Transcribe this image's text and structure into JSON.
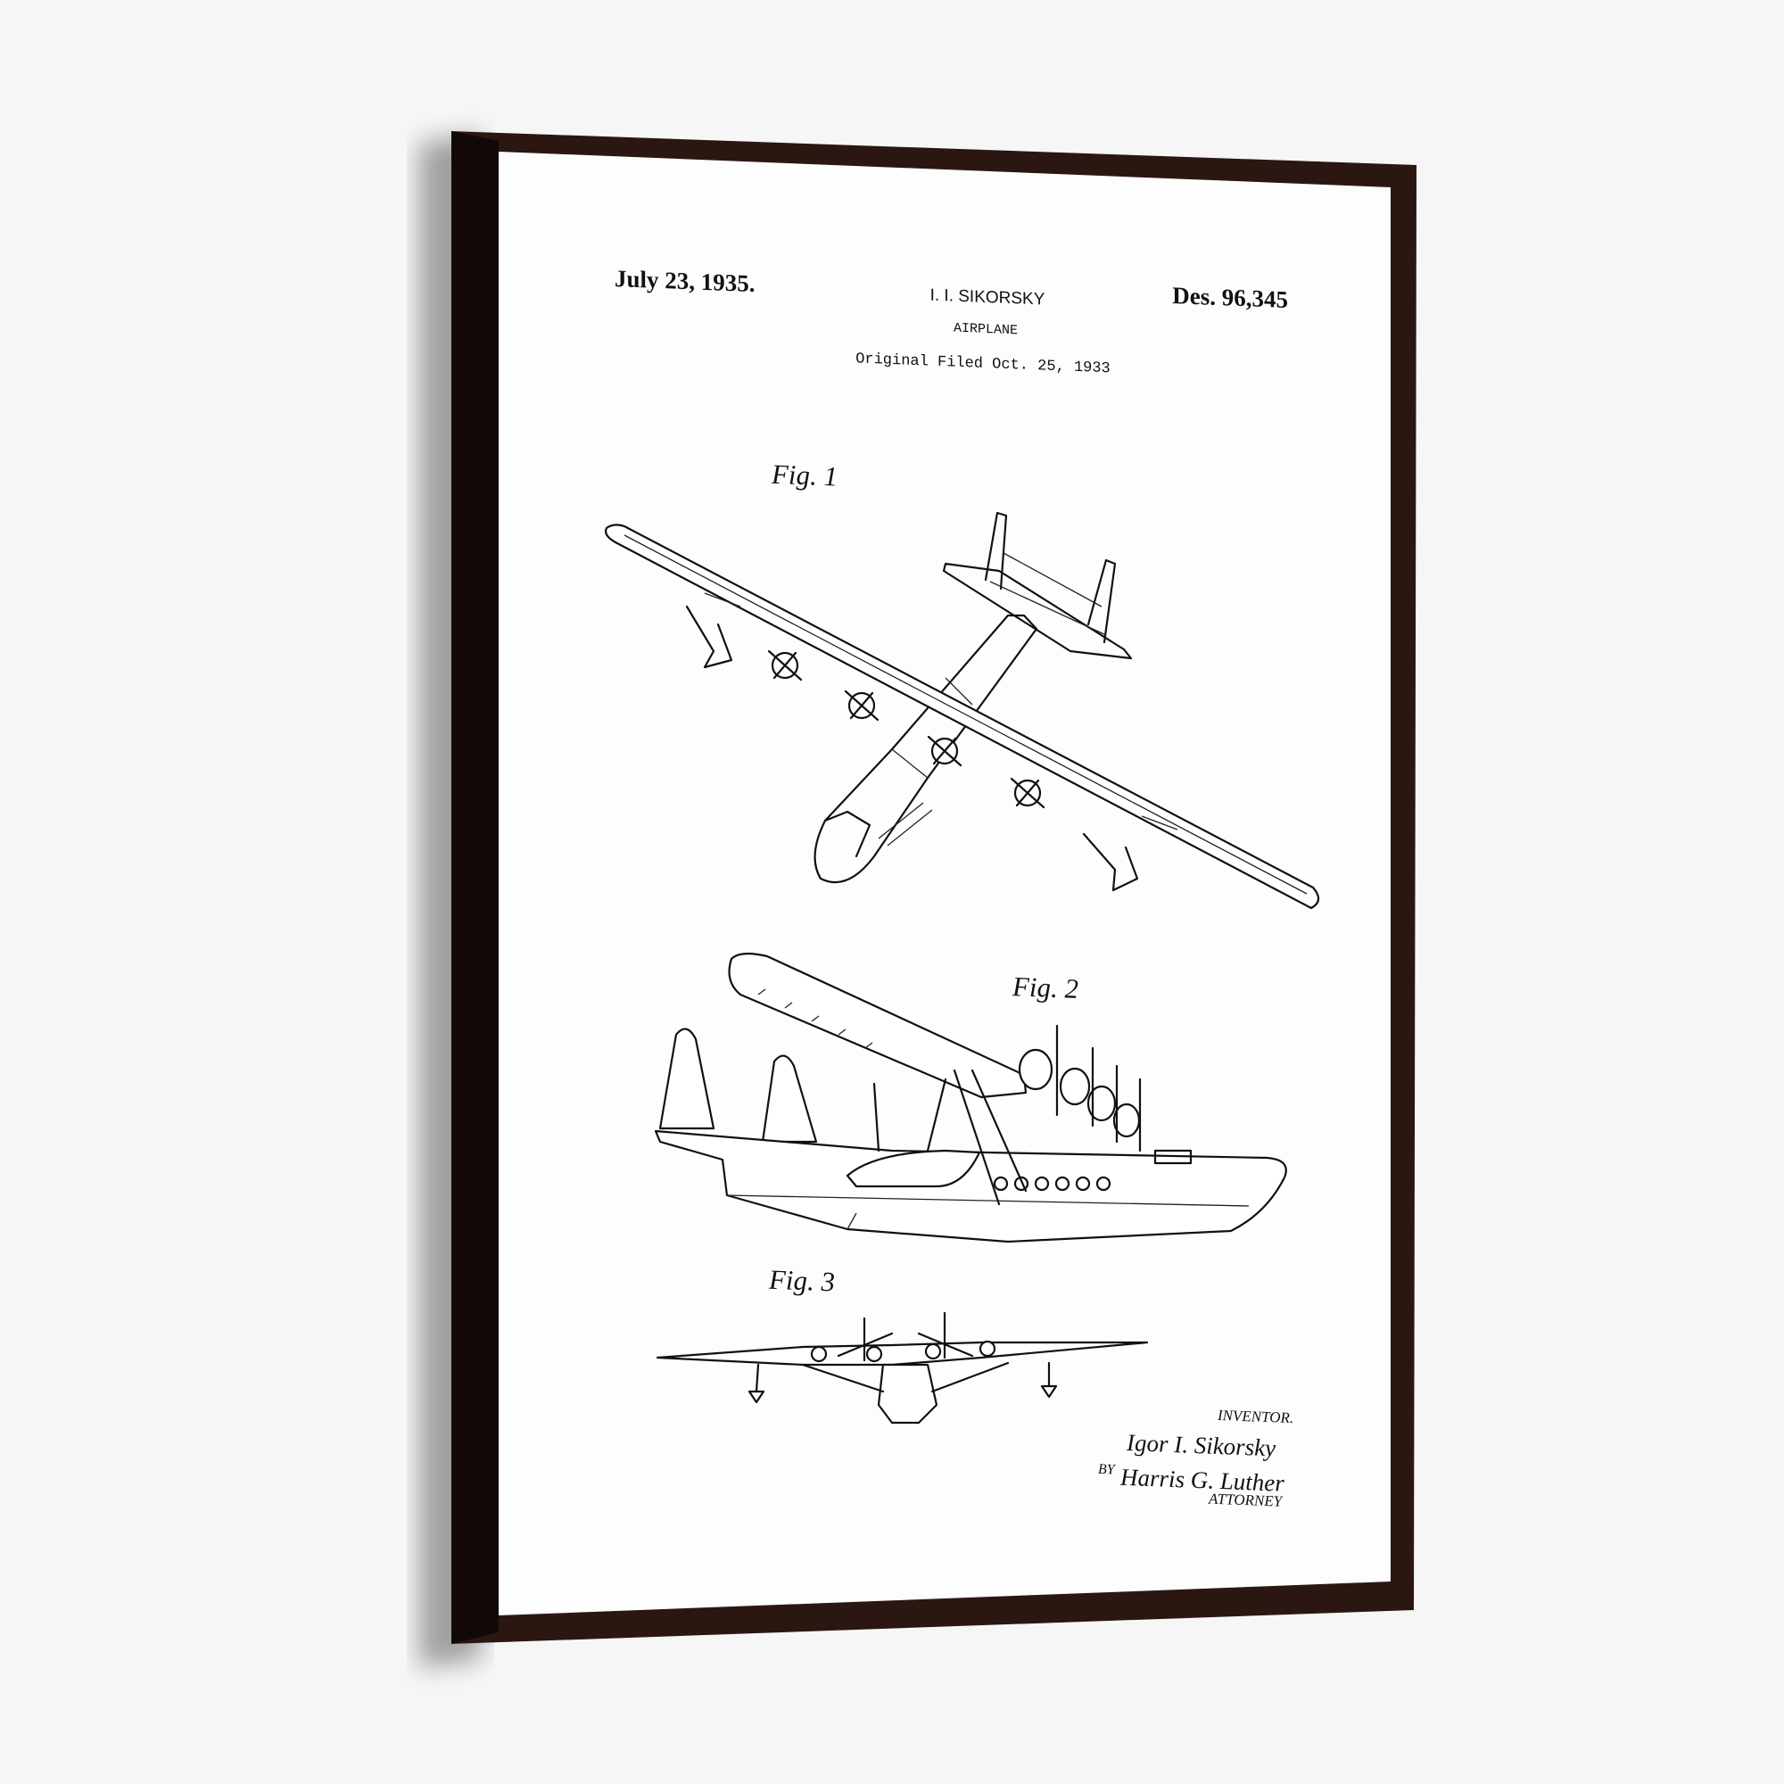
{
  "artwork": {
    "frame_color": "#2b1712",
    "frame_side_color": "#120907",
    "canvas_color": "#fdfdfd",
    "header": {
      "date": "July 23, 1935.",
      "inventor_name": "I. I. SIKORSKY",
      "title": "AIRPLANE",
      "filed": "Original Filed Oct. 25, 1933",
      "patent_number": "Des. 96,345"
    },
    "figures": [
      {
        "label": "Fig. 1"
      },
      {
        "label": "Fig. 2"
      },
      {
        "label": "Fig. 3"
      }
    ],
    "signature_block": {
      "inventor_label": "INVENTOR.",
      "inventor_signature": "Igor I. Sikorsky",
      "by_label": "BY",
      "attorney_signature": "Harris G. Luther",
      "attorney_label": "ATTORNEY"
    }
  }
}
